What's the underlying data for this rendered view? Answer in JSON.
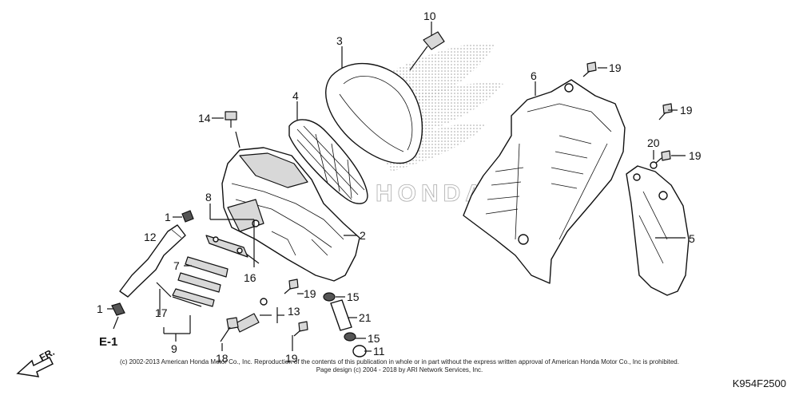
{
  "diagram": {
    "page_code": "K954F2500",
    "reference_label": "E-1",
    "direction_label": "FR.",
    "watermark_logo_text": "HONDA",
    "copyright_line1": "(c) 2002-2013 American Honda Motor Co., Inc. Reproduction of the contents of this publication in whole or in part without the express written approval of American Honda Motor Co., Inc is prohibited.",
    "copyright_line2": "Page design (c) 2004 - 2018 by ARI Network Services, Inc."
  },
  "callouts": {
    "c1a": "1",
    "c1b": "1",
    "c2": "2",
    "c3": "3",
    "c4": "4",
    "c5": "5",
    "c6": "6",
    "c7": "7",
    "c8": "8",
    "c9": "9",
    "c10": "10",
    "c11": "11",
    "c12": "12",
    "c13": "13",
    "c14": "14",
    "c15a": "15",
    "c15b": "15",
    "c16": "16",
    "c17": "17",
    "c18": "18",
    "c19a": "19",
    "c19b": "19",
    "c19c": "19",
    "c19d": "19",
    "c19e": "19",
    "c20": "20",
    "c21": "21"
  }
}
